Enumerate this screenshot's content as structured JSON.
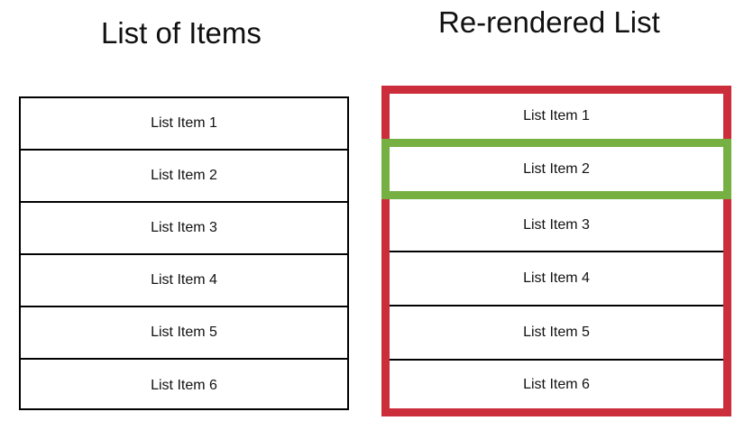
{
  "left_panel": {
    "title": "List of Items",
    "items": [
      "List Item 1",
      "List Item 2",
      "List Item 3",
      "List Item 4",
      "List Item 5",
      "List Item 6"
    ]
  },
  "right_panel": {
    "title": "Re-rendered List",
    "items": [
      "List Item 1",
      "List Item 2",
      "List Item 3",
      "List Item 4",
      "List Item 5",
      "List Item 6"
    ],
    "highlighted_item": "List Item 2",
    "frame_color": "#cc2d3b",
    "highlight_color": "#76b043"
  }
}
